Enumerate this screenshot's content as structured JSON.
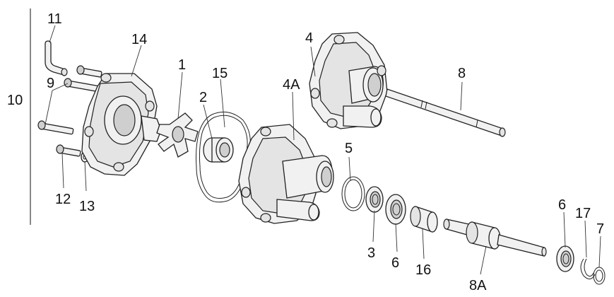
{
  "labels": {
    "p1": "1",
    "p2": "2",
    "p3": "3",
    "p4": "4",
    "p4a": "4A",
    "p5": "5",
    "p6a": "6",
    "p6b": "6",
    "p7": "7",
    "p8": "8",
    "p8a": "8A",
    "p9": "9",
    "p10": "10",
    "p11": "11",
    "p12": "12",
    "p13": "13",
    "p14": "14",
    "p15": "15",
    "p16": "16",
    "p17": "17"
  }
}
